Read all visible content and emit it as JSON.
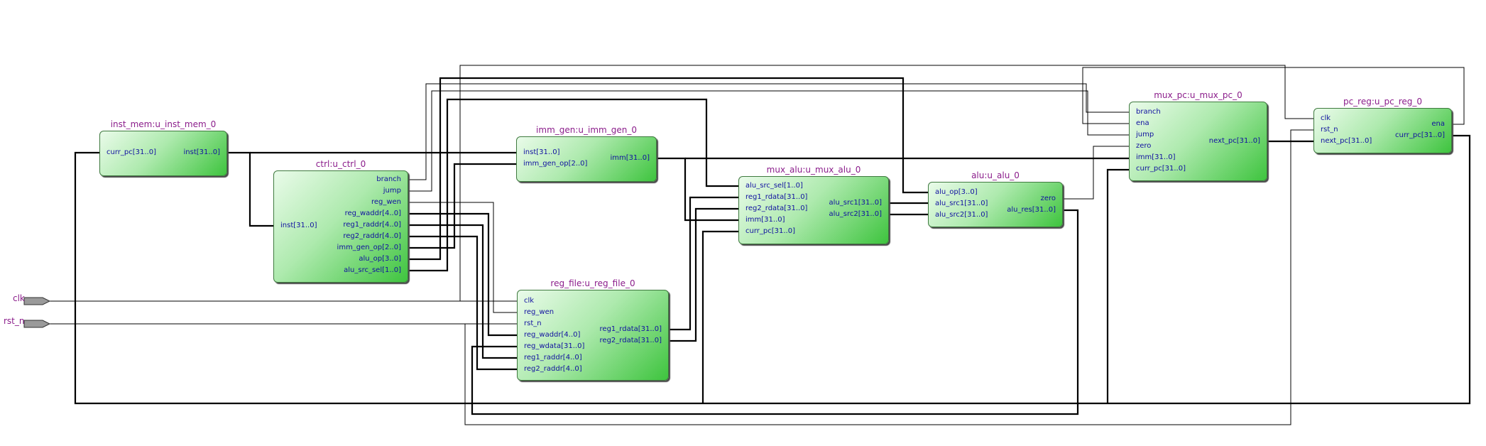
{
  "colors": {
    "block_border": "#3f7a3f",
    "block_fill_light": "#eafbea",
    "block_fill_dark": "#3ec43e",
    "title_color": "#8b1d8b",
    "port_color": "#1010a0",
    "wire_color": "#000000"
  },
  "inputs": {
    "clk": "clk",
    "rst_n": "rst_n"
  },
  "blocks": {
    "inst_mem": {
      "title": "inst_mem:u_inst_mem_0",
      "in": [
        "curr_pc[31..0]"
      ],
      "out": [
        "inst[31..0]"
      ]
    },
    "ctrl": {
      "title": "ctrl:u_ctrl_0",
      "in": [
        "inst[31..0]"
      ],
      "out": [
        "branch",
        "jump",
        "reg_wen",
        "reg_waddr[4..0]",
        "reg1_raddr[4..0]",
        "reg2_raddr[4..0]",
        "imm_gen_op[2..0]",
        "alu_op[3..0]",
        "alu_src_sel[1..0]"
      ]
    },
    "imm_gen": {
      "title": "imm_gen:u_imm_gen_0",
      "in": [
        "inst[31..0]",
        "imm_gen_op[2..0]"
      ],
      "out": [
        "imm[31..0]"
      ]
    },
    "reg_file": {
      "title": "reg_file:u_reg_file_0",
      "in": [
        "clk",
        "reg_wen",
        "rst_n",
        "reg_waddr[4..0]",
        "reg_wdata[31..0]",
        "reg1_raddr[4..0]",
        "reg2_raddr[4..0]"
      ],
      "out": [
        "reg1_rdata[31..0]",
        "reg2_rdata[31..0]"
      ]
    },
    "mux_alu": {
      "title": "mux_alu:u_mux_alu_0",
      "in": [
        "alu_src_sel[1..0]",
        "reg1_rdata[31..0]",
        "reg2_rdata[31..0]",
        "imm[31..0]",
        "curr_pc[31..0]"
      ],
      "out": [
        "alu_src1[31..0]",
        "alu_src2[31..0]"
      ]
    },
    "alu": {
      "title": "alu:u_alu_0",
      "in": [
        "alu_op[3..0]",
        "alu_src1[31..0]",
        "alu_src2[31..0]"
      ],
      "out": [
        "zero",
        "alu_res[31..0]"
      ]
    },
    "mux_pc": {
      "title": "mux_pc:u_mux_pc_0",
      "in": [
        "branch",
        "ena",
        "jump",
        "zero",
        "imm[31..0]",
        "curr_pc[31..0]"
      ],
      "out": [
        "next_pc[31..0]"
      ]
    },
    "pc_reg": {
      "title": "pc_reg:u_pc_reg_0",
      "in": [
        "clk",
        "rst_n",
        "next_pc[31..0]"
      ],
      "out": [
        "ena",
        "curr_pc[31..0]"
      ]
    }
  }
}
